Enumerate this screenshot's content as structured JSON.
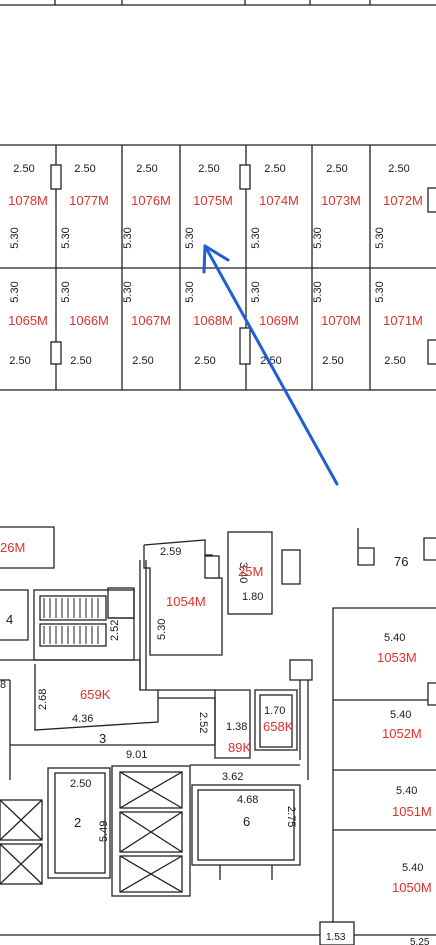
{
  "parking_rows": {
    "top_row": [
      {
        "id": "1078M",
        "width": "2.50",
        "depth": "5.30"
      },
      {
        "id": "1077M",
        "width": "2.50",
        "depth": "5.30"
      },
      {
        "id": "1076M",
        "width": "2.50",
        "depth": "5.30"
      },
      {
        "id": "1075M",
        "width": "2.50",
        "depth": "5.30"
      },
      {
        "id": "1074M",
        "width": "2.50",
        "depth": "5.30"
      },
      {
        "id": "1073M",
        "width": "2.50",
        "depth": "5.30"
      },
      {
        "id": "1072M",
        "width": "2.50",
        "depth": "5.30"
      }
    ],
    "bottom_row": [
      {
        "id": "1065M",
        "width": "2.50",
        "depth": "5.30"
      },
      {
        "id": "1066M",
        "width": "2.50",
        "depth": "5.30"
      },
      {
        "id": "1067M",
        "width": "2.50",
        "depth": "5.30"
      },
      {
        "id": "1068M",
        "width": "2.50",
        "depth": "5.30"
      },
      {
        "id": "1069M",
        "width": "2.50",
        "depth": "5.30"
      },
      {
        "id": "1070M",
        "width": "2.50",
        "depth": "5.30"
      },
      {
        "id": "1071M",
        "width": "2.50",
        "depth": "5.30"
      }
    ]
  },
  "rooms": {
    "r26m": "26M",
    "r1054m": "1054M",
    "r1054m_width": "2.59",
    "r1054m_depth": "5.30",
    "r25m": "25M",
    "r25m_d1": "3.40",
    "r25m_d2": "1.80",
    "r76": "76",
    "r4": "4",
    "stair_d1": "2.52",
    "stair_d2": "5.30",
    "r659k": "659K",
    "r659k_w": "4.36",
    "r659k_h": "2.68",
    "r8": "8",
    "r3": "3",
    "r3_w": "9.01",
    "r3_h": "2.52",
    "r89k": "89K",
    "r89k_w": "1.38",
    "r658k": "658K",
    "r658k_w": "1.70",
    "r2": "2",
    "r2_w": "2.50",
    "r2_h": "5.49",
    "r6": "6",
    "r6_w": "4.68",
    "r6_h": "2.75",
    "r6_top": "3.62",
    "r1053m": "1053M",
    "r1053m_w": "5.40",
    "r1052m": "1052M",
    "r1052m_w": "5.40",
    "r1051m": "1051M",
    "r1051m_w": "5.40",
    "r1050m": "1050M",
    "r1050m_w": "5.40",
    "bottom_dim": "1.53",
    "bottom_dim2": "5.25"
  },
  "annotation": {
    "color": "#1f5fd0",
    "points_to": "1075M"
  },
  "colors": {
    "room_label": "#e0312c",
    "dimension": "#1a1a1a"
  }
}
